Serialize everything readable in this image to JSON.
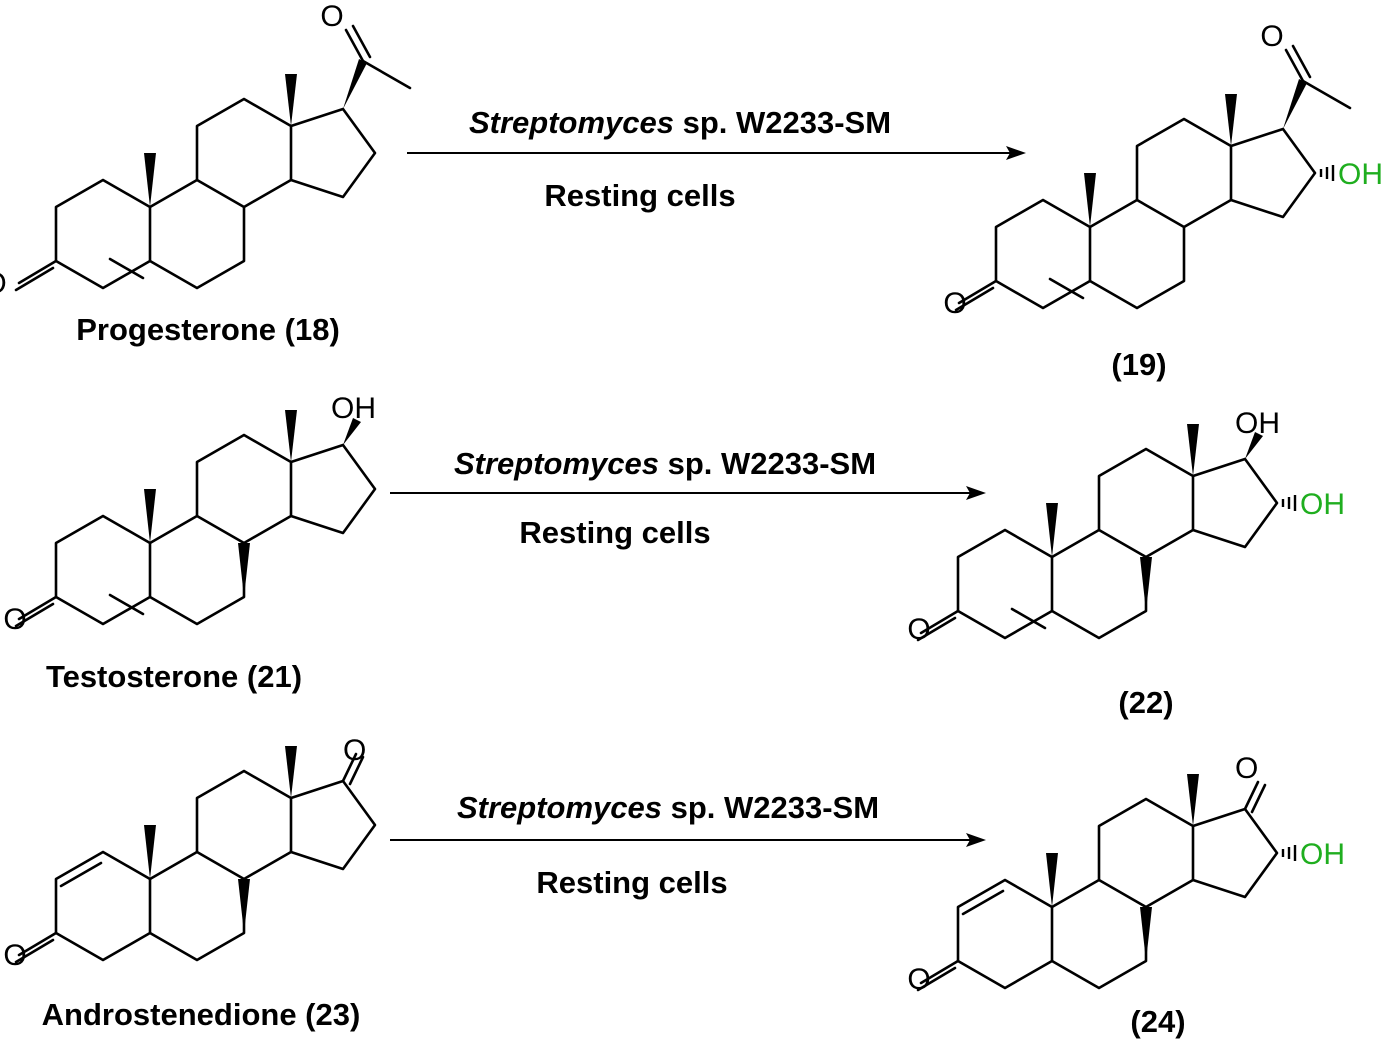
{
  "colors": {
    "bond": "#000000",
    "new_oh": "#1fae1f"
  },
  "atoms": {
    "oxygen": "O",
    "hydroxyl": "OH"
  },
  "reactions": [
    {
      "condition_italic": "Streptomyces",
      "condition_rest": " sp. W2233-SM",
      "condition_line2": "Resting cells",
      "substrate_label": "Progesterone (18)",
      "product_label": "(19)"
    },
    {
      "condition_italic": "Streptomyces",
      "condition_rest": " sp. W2233-SM",
      "condition_line2": "Resting cells",
      "substrate_label": "Testosterone (21)",
      "product_label": "(22)"
    },
    {
      "condition_italic": "Streptomyces",
      "condition_rest": " sp. W2233-SM",
      "condition_line2": "Resting cells",
      "substrate_label": "Androstenedione (23)",
      "product_label": "(24)"
    }
  ]
}
